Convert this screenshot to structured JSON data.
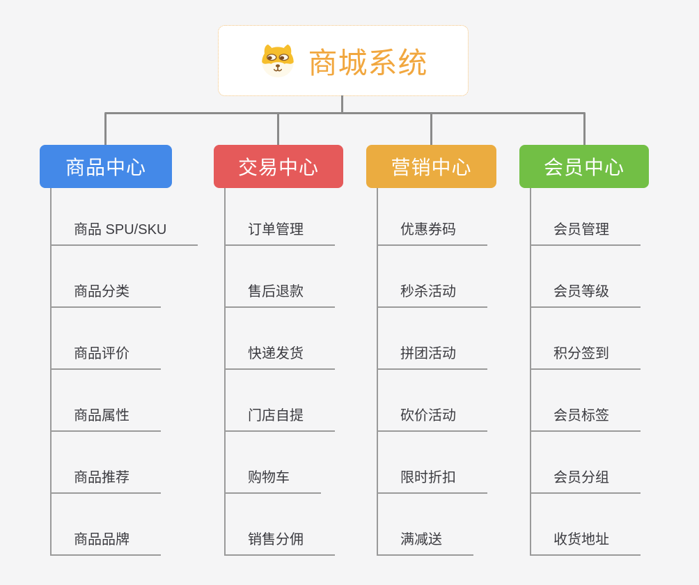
{
  "root": {
    "title": "商城系统",
    "icon": "dog-face-icon",
    "title_color": "#f1a73f",
    "border_color": "#f3c078"
  },
  "connector_color": "#8a8a8a",
  "branches": [
    {
      "label": "商品中心",
      "color": "#4489e8",
      "children": [
        "商品 SPU/SKU",
        "商品分类",
        "商品评价",
        "商品属性",
        "商品推荐",
        "商品品牌"
      ]
    },
    {
      "label": "交易中心",
      "color": "#e55a5a",
      "children": [
        "订单管理",
        "售后退款",
        "快递发货",
        "门店自提",
        "购物车",
        "销售分佣"
      ]
    },
    {
      "label": "营销中心",
      "color": "#ebac40",
      "children": [
        "优惠券码",
        "秒杀活动",
        "拼团活动",
        "砍价活动",
        "限时折扣",
        "满减送"
      ]
    },
    {
      "label": "会员中心",
      "color": "#72bf45",
      "children": [
        "会员管理",
        "会员等级",
        "积分签到",
        "会员标签",
        "会员分组",
        "收货地址"
      ]
    }
  ]
}
